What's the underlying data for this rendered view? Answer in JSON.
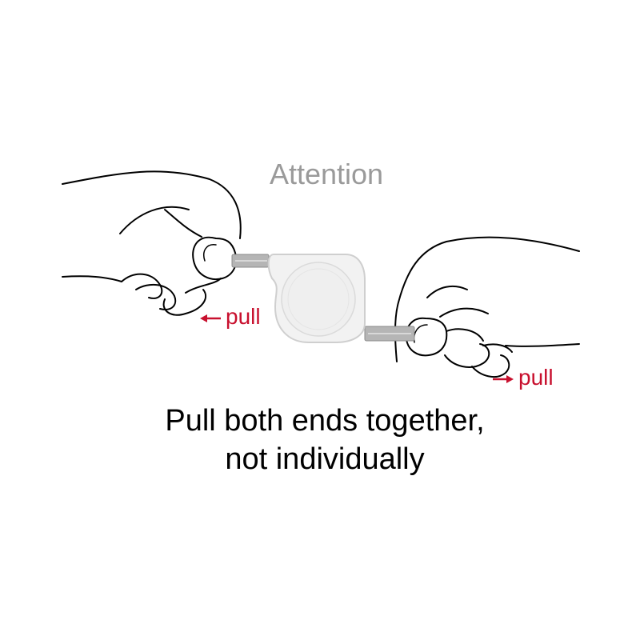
{
  "heading": "Attention",
  "labels": {
    "pull_left": "pull",
    "pull_right": "pull"
  },
  "instruction": {
    "line1": "Pull both ends together,",
    "line2": "not individually"
  },
  "icons": {
    "left_arrow": "arrow-left-icon",
    "right_arrow": "arrow-right-icon"
  },
  "colors": {
    "heading": "#9a9a9a",
    "accent": "#c8102e",
    "text": "#000000",
    "device": "#f2f2f2",
    "device_outline": "#cfcfcf",
    "line_art": "#000000"
  }
}
